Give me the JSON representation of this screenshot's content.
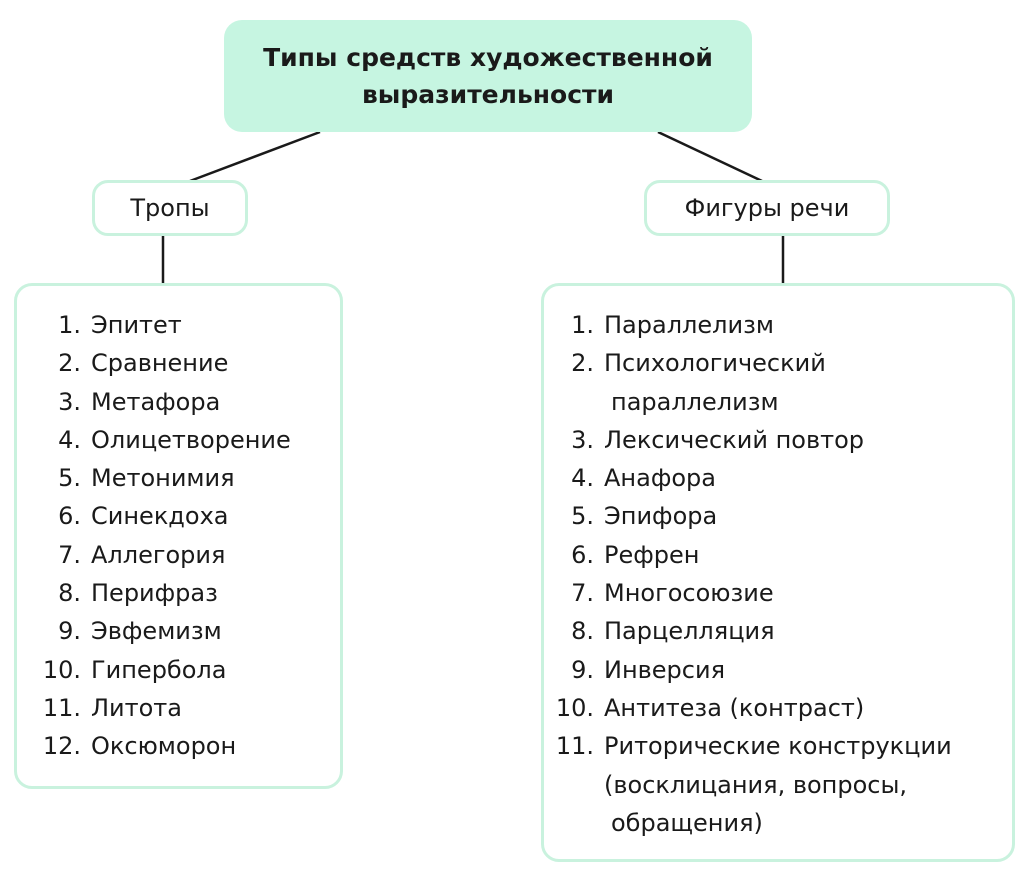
{
  "root": {
    "title": "Типы средств художественной выразительности"
  },
  "tropes": {
    "heading": "Тропы",
    "items": [
      {
        "num": "1.",
        "text": "Эпитет"
      },
      {
        "num": "2.",
        "text": "Сравнение"
      },
      {
        "num": "3.",
        "text": "Метафора"
      },
      {
        "num": "4.",
        "text": "Олицетворение"
      },
      {
        "num": "5.",
        "text": "Метонимия"
      },
      {
        "num": "6.",
        "text": "Синекдоха"
      },
      {
        "num": "7.",
        "text": "Аллегория"
      },
      {
        "num": "8.",
        "text": "Перифраз"
      },
      {
        "num": "9.",
        "text": "Эвфемизм"
      },
      {
        "num": "10.",
        "text": "Гипербола"
      },
      {
        "num": "11.",
        "text": "Литота"
      },
      {
        "num": "12.",
        "text": "Оксюморон"
      }
    ]
  },
  "figures": {
    "heading": "Фигуры речи",
    "items": [
      {
        "num": "1.",
        "text": "Параллелизм"
      },
      {
        "num": "2.",
        "text": "Психологический"
      },
      {
        "num": "3.",
        "text": "Лексический повтор"
      },
      {
        "num": "4.",
        "text": "Анафора"
      },
      {
        "num": "5.",
        "text": "Эпифора"
      },
      {
        "num": "6.",
        "text": "Рефрен"
      },
      {
        "num": "7.",
        "text": "Многосоюзие"
      },
      {
        "num": "8.",
        "text": "Парцелляция"
      },
      {
        "num": "9.",
        "text": "Инверсия"
      },
      {
        "num": "10.",
        "text": "Антитеза (контраст)"
      },
      {
        "num": "11.",
        "text": "Риторические конструкции"
      }
    ],
    "item2_continuation": "параллелизм",
    "item11_continuation_1": "(восклицания, вопросы,",
    "item11_continuation_2": "обращения)"
  },
  "colors": {
    "root_fill": "#c6f5e1",
    "box_border": "#c9f2de",
    "connector": "#1a1a1a"
  }
}
